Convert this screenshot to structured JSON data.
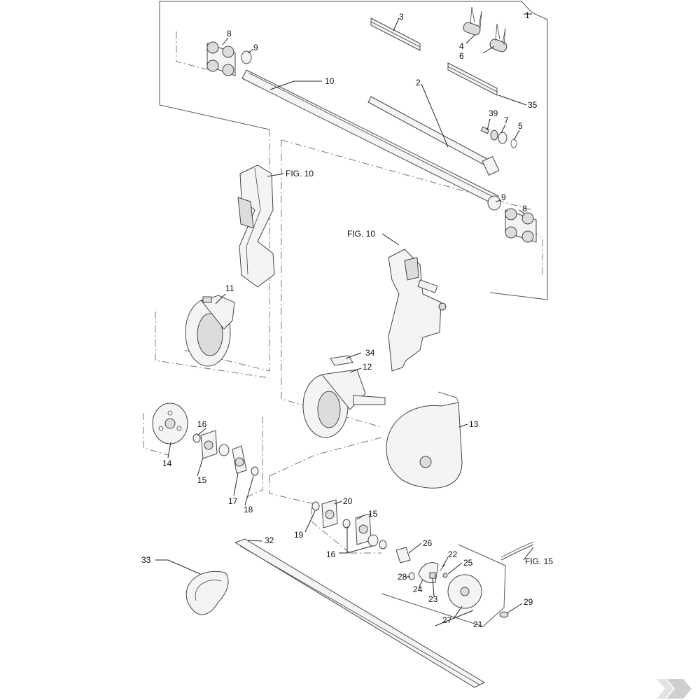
{
  "diagram": {
    "labels": {
      "l1": "1",
      "l2": "2",
      "l3": "3",
      "l4": "4",
      "l5": "5",
      "l6": "6",
      "l7": "7",
      "l8a": "8",
      "l8b": "8",
      "l9a": "9",
      "l9b": "9",
      "l10": "10",
      "l11": "11",
      "l12": "12",
      "l13": "13",
      "l14": "14",
      "l15a": "15",
      "l15b": "15",
      "l16a": "16",
      "l16b": "16",
      "l17": "17",
      "l18": "18",
      "l19": "19",
      "l20": "20",
      "l21": "21",
      "l22": "22",
      "l23": "23",
      "l24": "24",
      "l25": "25",
      "l26": "26",
      "l27": "27",
      "l28": "28",
      "l29": "29",
      "l32": "32",
      "l33": "33",
      "l34": "34",
      "l35": "35",
      "l39": "39",
      "fig10a": "FIG. 10",
      "fig10b": "FIG. 10",
      "fig15": "FIG. 15"
    },
    "colors": {
      "line": "#444444",
      "fill": "#f4f4f4",
      "logo": "#cfcfcf"
    }
  }
}
